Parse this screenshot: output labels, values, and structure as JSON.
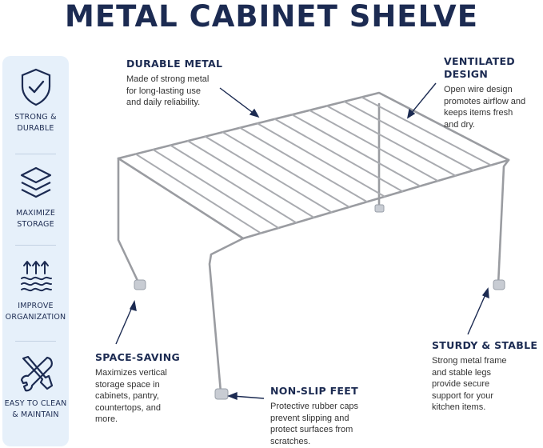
{
  "title": "METAL CABINET SHELVE",
  "sidebar": {
    "features": [
      {
        "icon": "shield-check-icon",
        "label_line1": "STRONG &",
        "label_line2": "DURABLE"
      },
      {
        "icon": "stack-layers-icon",
        "label_line1": "MAXIMIZE",
        "label_line2": "STORAGE"
      },
      {
        "icon": "airflow-arrows-icon",
        "label_line1": "IMPROVE",
        "label_line2": "ORGANIZATION"
      },
      {
        "icon": "tools-icon",
        "label_line1": "EASY TO CLEAN",
        "label_line2": "& MAINTAIN"
      }
    ]
  },
  "callouts": {
    "durable": {
      "heading": "DURABLE METAL",
      "lines": [
        "Made of strong metal",
        "for long-lasting use",
        "and daily reliability."
      ]
    },
    "ventilated": {
      "heading": "VENTILATED DESIGN",
      "lines": [
        "Open wire design",
        "promotes airflow and",
        "keeps items fresh",
        "and dry."
      ]
    },
    "space": {
      "heading": "SPACE-SAVING",
      "lines": [
        "Maximizes vertical",
        "storage space in",
        "cabinets, pantry,",
        "countertops, and",
        "more."
      ]
    },
    "sturdy": {
      "heading": "STURDY & STABLE",
      "lines": [
        "Strong metal frame",
        "and stable legs",
        "provide secure",
        "support for your",
        "kitchen items."
      ]
    },
    "nonslip": {
      "heading": "NON-SLIP FEET",
      "lines": [
        "Protective rubber caps",
        "prevent slipping and",
        "protect surfaces from",
        "scratches."
      ]
    }
  },
  "colors": {
    "navy": "#1c2b52",
    "sidebar_bg": "#e6f0fa",
    "wire": "#9a9ca1"
  }
}
